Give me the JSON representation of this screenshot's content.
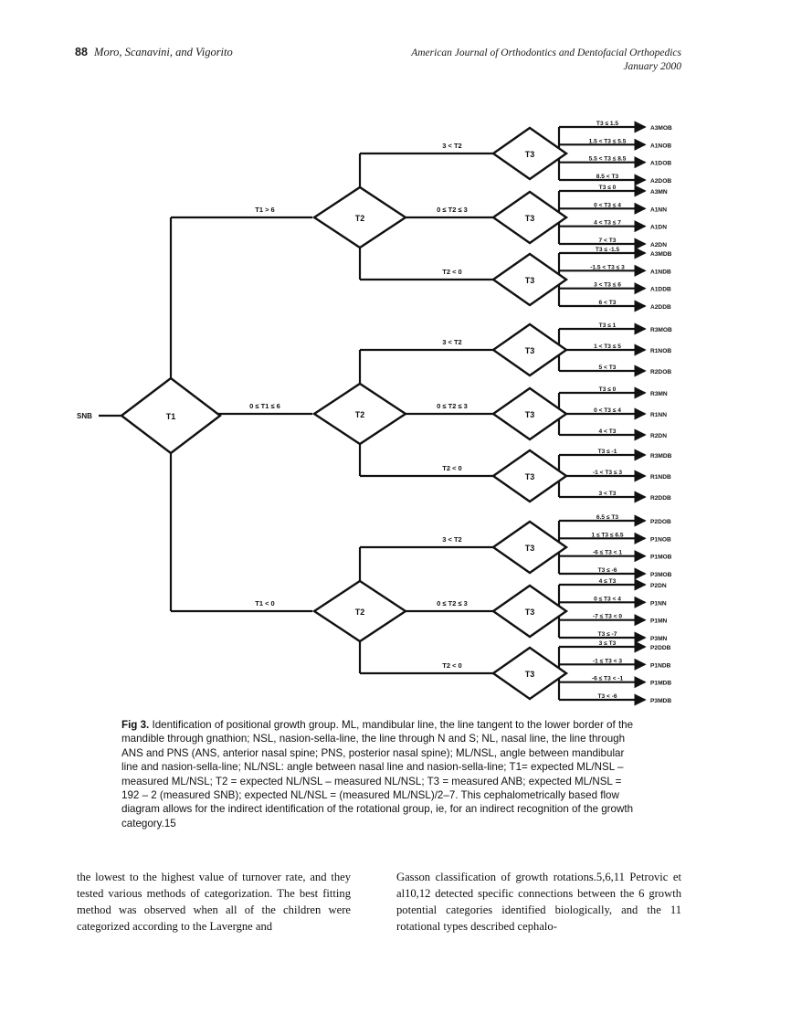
{
  "header": {
    "page_number": "88",
    "authors": "Moro, Scanavini, and Vigorito",
    "journal": "American Journal of Orthodontics and Dentofacial Orthopedics",
    "date": "January 2000"
  },
  "figure": {
    "root_label": "SNB",
    "t1_box": "T1",
    "t2_box": "T2",
    "t3_box": "T3",
    "t1_branches": [
      "T1 > 6",
      "0 ≤ T1 ≤ 6",
      "T1 < 0"
    ],
    "t2_branches": [
      "3 < T2",
      "0 ≤ T2 ≤ 3",
      "T2 < 0"
    ],
    "groups": [
      {
        "t3_rows": [
          {
            "cond": "T3 ≤ 1.5",
            "outcomes": [
              "A3MOB"
            ]
          },
          {
            "cond": "1.5 < T3 ≤ 5.5",
            "outcomes": [
              "A1NOB"
            ]
          },
          {
            "cond": "5.5 < T3 ≤ 8.5",
            "outcomes": [
              "A1DOB"
            ]
          },
          {
            "cond": "8.5 < T3",
            "outcomes": [
              "A2DOB"
            ]
          }
        ],
        "t3_next": [
          {
            "cond": "T3 ≤ 0",
            "outcomes": [
              "A3MN"
            ]
          },
          {
            "cond": "0 < T3 ≤ 4",
            "outcomes": [
              "A1NN"
            ]
          },
          {
            "cond": "4 < T3 ≤ 7",
            "outcomes": [
              "A1DN"
            ]
          },
          {
            "cond": "7 < T3",
            "outcomes": [
              "A2DN"
            ]
          }
        ],
        "t3_last": [
          {
            "cond": "T3 ≤ -1.5",
            "outcomes": [
              "A3MDB"
            ]
          },
          {
            "cond": "-1.5 < T3 ≤ 3",
            "outcomes": [
              "A1NDB"
            ]
          },
          {
            "cond": "3 < T3 ≤ 6",
            "outcomes": [
              "A1DDB"
            ]
          },
          {
            "cond": "6 < T3",
            "outcomes": [
              "A2DDB"
            ]
          }
        ]
      },
      {
        "t3_rows": [
          {
            "cond": "T3 ≤ 1",
            "outcomes": [
              "R3MOB"
            ]
          },
          {
            "cond": "1 < T3 ≤ 5",
            "outcomes": [
              "R1NOB"
            ]
          },
          {
            "cond": "5 < T3",
            "outcomes": [
              "R2DOB"
            ]
          }
        ],
        "t3_next": [
          {
            "cond": "T3 ≤ 0",
            "outcomes": [
              "R3MN"
            ]
          },
          {
            "cond": "0 < T3 ≤ 4",
            "outcomes": [
              "R1NN"
            ]
          },
          {
            "cond": "4 < T3",
            "outcomes": [
              "R2DN"
            ]
          }
        ],
        "t3_last": [
          {
            "cond": "T3 ≤ -1",
            "outcomes": [
              "R3MDB"
            ]
          },
          {
            "cond": "-1 < T3 ≤ 3",
            "outcomes": [
              "R1NDB"
            ]
          },
          {
            "cond": "3 < T3",
            "outcomes": [
              "R2DDB"
            ]
          }
        ]
      },
      {
        "t3_rows": [
          {
            "cond": "6.5 ≤ T3",
            "outcomes": [
              "P2DOB"
            ]
          },
          {
            "cond": "1 ≤ T3 ≤ 6.5",
            "outcomes": [
              "P1NOB"
            ]
          },
          {
            "cond": "-6 ≤ T3 < 1",
            "outcomes": [
              "P1MOB"
            ]
          },
          {
            "cond": "T3 ≤ -6",
            "outcomes": [
              "P3MOB"
            ]
          }
        ],
        "t3_next": [
          {
            "cond": "4 ≤ T3",
            "outcomes": [
              "P2DN"
            ]
          },
          {
            "cond": "0 ≤ T3 < 4",
            "outcomes": [
              "P1NN"
            ]
          },
          {
            "cond": "-7 ≤ T3 < 0",
            "outcomes": [
              "P1MN"
            ]
          },
          {
            "cond": "T3 ≤ -7",
            "outcomes": [
              "P3MN"
            ]
          }
        ],
        "t3_last": [
          {
            "cond": "3 ≤ T3",
            "outcomes": [
              "P2DDB"
            ]
          },
          {
            "cond": "-1 ≤ T3 < 3",
            "outcomes": [
              "P1NDB"
            ]
          },
          {
            "cond": "-6 ≤ T3 < -1",
            "outcomes": [
              "P1MDB"
            ]
          },
          {
            "cond": "T3 < -6",
            "outcomes": [
              "P3MDB"
            ]
          }
        ]
      }
    ]
  },
  "caption": {
    "label": "Fig 3.",
    "text": "Identification of positional growth group. ML, mandibular line, the line tangent to the lower border of the mandible through gnathion; NSL, nasion-sella-line, the line through N and S; NL, nasal line, the line through ANS and PNS (ANS, anterior nasal spine; PNS, posterior nasal spine); ML/NSL, angle between mandibular line and nasion-sella-line; NL/NSL: angle between nasal line and nasion-sella-line; T1= expected ML/NSL – measured ML/NSL; T2 = expected NL/NSL – measured NL/NSL; T3 = measured ANB; expected ML/NSL = 192 – 2 (measured SNB); expected NL/NSL = (measured ML/NSL)/2–7. This cephalometrically based flow diagram allows for the indirect identification of the rotational group, ie, for an indirect recognition of the growth category.15"
  },
  "body": {
    "left": "the lowest to the highest value of turnover rate, and they tested various methods of categorization. The best fitting method was observed when all of the children were categorized according to the Lavergne and",
    "right": "Gasson classification of growth rotations.5,6,11 Petrovic et al10,12 detected specific connections between the 6 growth potential categories identified biologically, and the 11 rotational types described cephalo-"
  }
}
